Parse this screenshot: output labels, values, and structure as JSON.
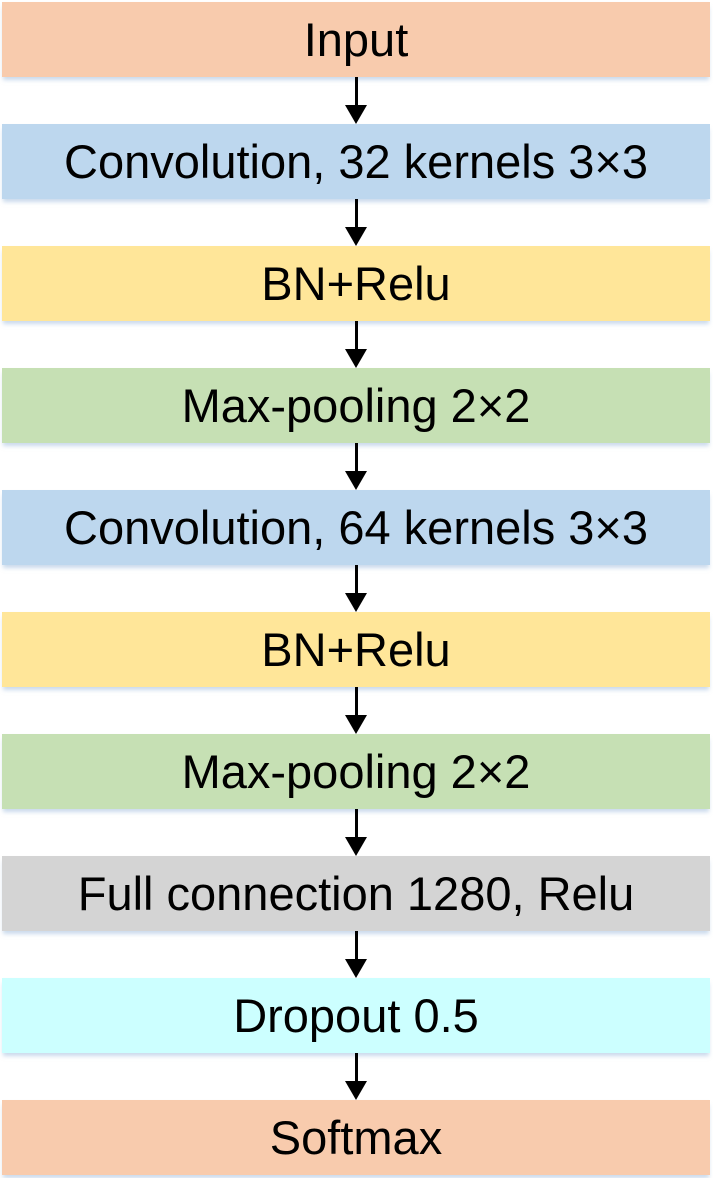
{
  "diagram": {
    "description": "CNN architecture flowchart, vertical sequence of layer blocks connected by downward arrows",
    "arrow_color": "#000000",
    "text_color": "#000000",
    "nodes": [
      {
        "id": "input",
        "label": "Input",
        "color": "#F8CBAD"
      },
      {
        "id": "conv1",
        "label": "Convolution, 32 kernels 3×3",
        "color": "#BDD7EE"
      },
      {
        "id": "bnrelu1",
        "label": "BN+Relu",
        "color": "#FFE699"
      },
      {
        "id": "maxpool1",
        "label": "Max-pooling 2×2",
        "color": "#C6E0B4"
      },
      {
        "id": "conv2",
        "label": "Convolution, 64 kernels 3×3",
        "color": "#BDD7EE"
      },
      {
        "id": "bnrelu2",
        "label": "BN+Relu",
        "color": "#FFE699"
      },
      {
        "id": "maxpool2",
        "label": "Max-pooling 2×2",
        "color": "#C6E0B4"
      },
      {
        "id": "fc",
        "label": "Full connection 1280, Relu",
        "color": "#D4D4D4"
      },
      {
        "id": "dropout",
        "label": "Dropout 0.5",
        "color": "#CCFFFF"
      },
      {
        "id": "softmax",
        "label": "Softmax",
        "color": "#F8CBAD"
      }
    ]
  }
}
